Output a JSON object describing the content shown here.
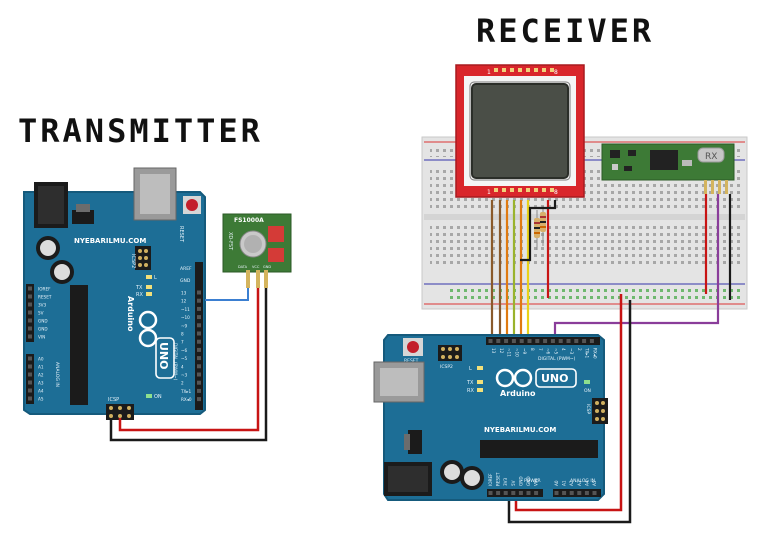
{
  "titles": {
    "transmitter": "TRANSMITTER",
    "receiver": "RECEIVER"
  },
  "transmitter_board": {
    "brand": "Arduino",
    "model": "UNO",
    "site": "NYEBARILMU.COM",
    "reset_label": "RESET",
    "icsp2_label": "ICSP2",
    "icsp_label": "ICSP",
    "on_label": "ON",
    "l_label": "L",
    "tx_label": "TX",
    "rx_label": "RX",
    "aref_label": "AREF",
    "gnd_label": "GND",
    "digital_label": "DIGITAL (PWM~)",
    "analog_label": "ANALOG IN",
    "power_pins": [
      "IOREF",
      "RESET",
      "3V3",
      "5V",
      "GND",
      "GND",
      "VIN"
    ],
    "analog_pins": [
      "A0",
      "A1",
      "A2",
      "A3",
      "A4",
      "A5"
    ],
    "digital_pins": [
      "13",
      "12",
      "~11",
      "~10",
      "~9",
      "8",
      "7",
      "~6",
      "~5",
      "4",
      "~3",
      "2",
      "TX▸1",
      "RX◂0"
    ]
  },
  "transmitter_module": {
    "name": "FS1000A",
    "side_label": "XD-FST",
    "pins": [
      "DATA",
      "VCC",
      "GND"
    ]
  },
  "receiver_module": {
    "label": "RX"
  },
  "lcd": {
    "pin_start": "1",
    "pin_end": "8"
  },
  "receiver_board": {
    "brand": "Arduino",
    "model": "UNO",
    "site": "NYEBARILMU.COM",
    "reset_label": "RESET",
    "icsp2_label": "ICSP2",
    "icsp_label": "ICSP",
    "on_label": "ON",
    "l_label": "L",
    "tx_label": "TX",
    "rx_label": "RX",
    "digital_label": "DIGITAL (PWM~)",
    "power_label": "POWER",
    "analog_label": "ANALOG IN",
    "power_pins": [
      "IOREF",
      "RESET",
      "3V3",
      "5V",
      "GND",
      "GND",
      "VIN"
    ],
    "analog_pins": [
      "A0",
      "A1",
      "A2",
      "A3",
      "A4",
      "A5"
    ]
  },
  "colors": {
    "board": "#1d6e96",
    "board_edge": "#155a7c",
    "lcd_frame": "#d9262b",
    "lcd_screen": "#4a4e47",
    "module_green": "#3d7a36",
    "wire_red": "#c81414",
    "wire_black": "#1a1a1a",
    "wire_blue": "#3b7fd1",
    "wire_purple": "#8a3d9a",
    "wire_orange": "#e07a10",
    "wire_yellow": "#e9d21b",
    "wire_green": "#3fa13f",
    "wire_brown": "#8a5a2b"
  }
}
